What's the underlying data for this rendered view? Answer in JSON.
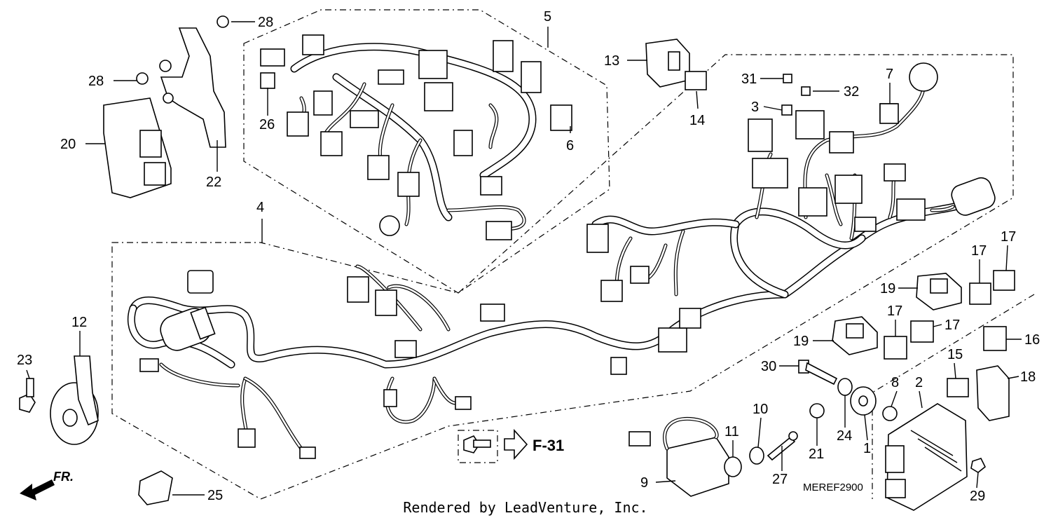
{
  "diagram": {
    "code": "MEREF2900",
    "credit": "Rendered by LeadVenture, Inc.",
    "reference": "F-31",
    "direction": "FR.",
    "callouts": [
      "1",
      "2",
      "3",
      "4",
      "5",
      "6",
      "7",
      "8",
      "9",
      "10",
      "11",
      "12",
      "13",
      "14",
      "15",
      "16",
      "17",
      "18",
      "19",
      "20",
      "21",
      "22",
      "23",
      "24",
      "25",
      "26",
      "27",
      "28",
      "29",
      "30",
      "31",
      "32"
    ],
    "extra_callouts": {
      "c17b": "17",
      "c17c": "17",
      "c17d": "17",
      "c19b": "19",
      "c28b": "28"
    }
  }
}
